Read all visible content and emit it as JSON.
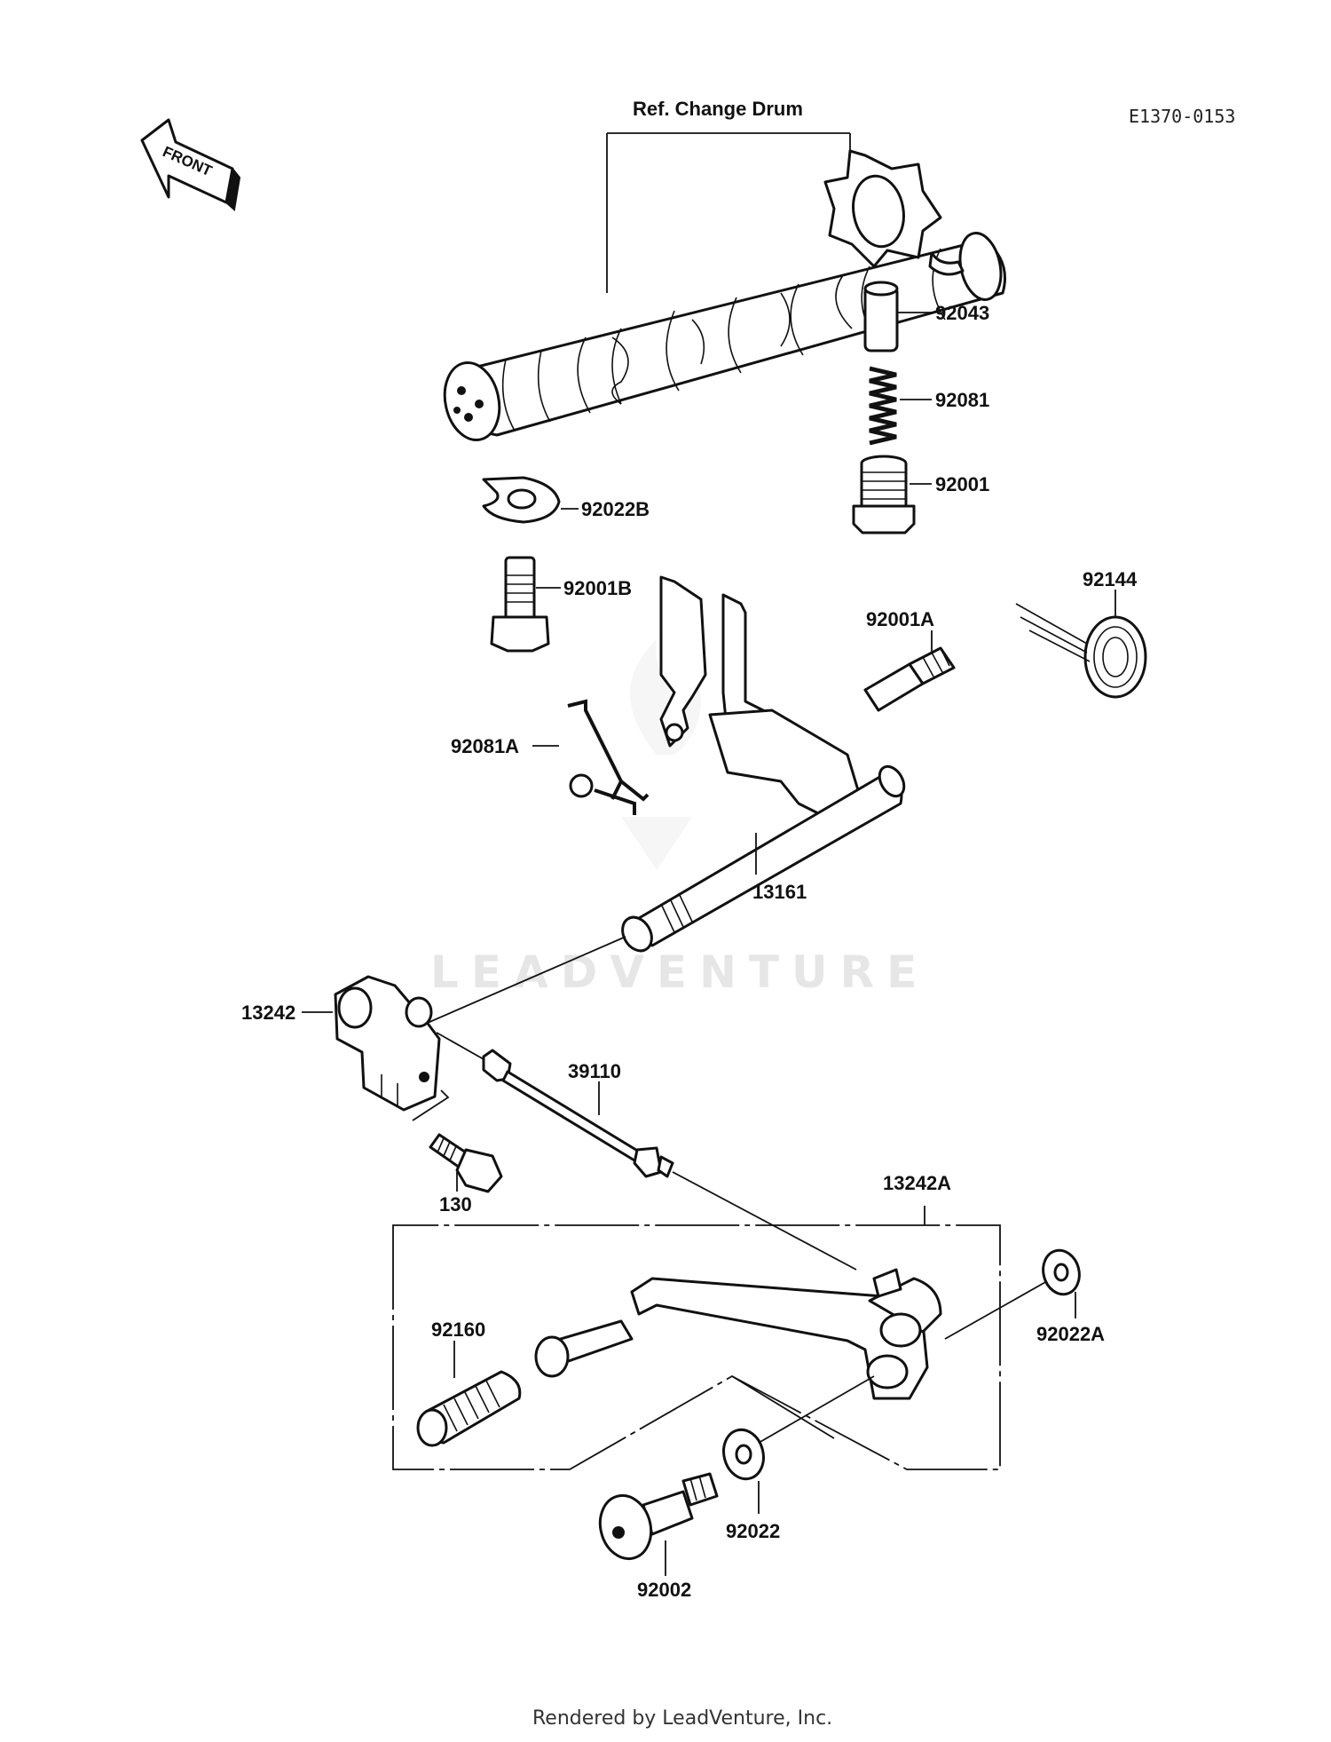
{
  "drawing_code": "E1370-0153",
  "front_label": "FRONT",
  "ref_label": "Ref. Change Drum",
  "watermark": "LEADVENTURE",
  "footer": "Rendered by LeadVenture, Inc.",
  "parts": {
    "p92043": "92043",
    "p92081": "92081",
    "p92001": "92001",
    "p92022B": "92022B",
    "p92001B": "92001B",
    "p92144": "92144",
    "p92001A": "92001A",
    "p92081A": "92081A",
    "p13161": "13161",
    "p13242": "13242",
    "p39110": "39110",
    "p130": "130",
    "p13242A": "13242A",
    "p92160": "92160",
    "p92022A": "92022A",
    "p92022": "92022",
    "p92002": "92002"
  }
}
